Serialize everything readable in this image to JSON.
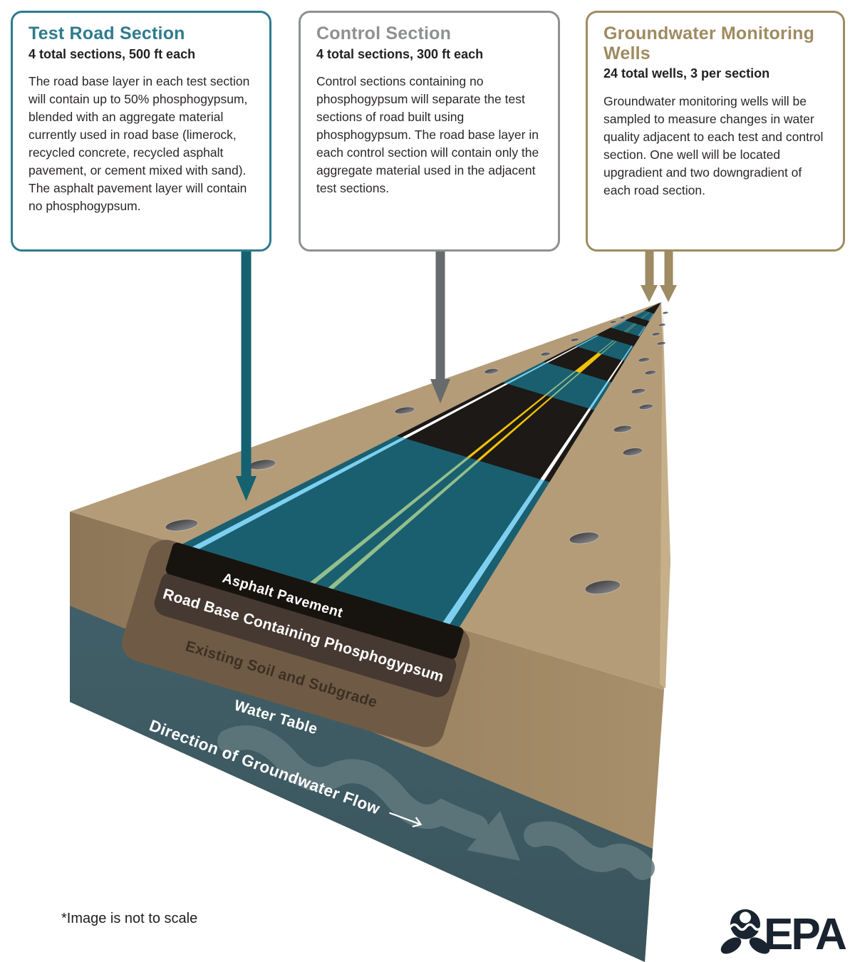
{
  "page": {
    "footnote": "*Image is not to scale"
  },
  "callouts": [
    {
      "title": "Test Road Section",
      "subtitle": "4 total sections, 500 ft each",
      "body": "The road base layer in each test section will contain up to 50% phosphogypsum, blended with an aggregate material currently used in road base (limerock, recycled concrete, recycled asphalt pavement, or cement mixed with sand). The asphalt pavement layer will contain no phosphogypsum.",
      "accent": "#2f7b8e"
    },
    {
      "title": "Control Section",
      "subtitle": "4 total sections, 300 ft each",
      "body": "Control sections containing no phosphogypsum will separate the test sections of road built using phosphogypsum. The road base layer in each control section will contain only the aggregate material used in the adjacent test sections.",
      "accent": "#8e9092"
    },
    {
      "title": "Groundwater Monitoring Wells",
      "subtitle": "24 total wells, 3 per section",
      "body": "Groundwater monitoring wells will be sampled to measure changes in water quality adjacent to each test and control section. One well will be located upgradient and two downgradient of each road section.",
      "accent": "#9f8b60"
    }
  ],
  "diagram": {
    "labels": {
      "asphalt": "Asphalt Pavement",
      "road_base": "Road Base Containing Phosphogypsum",
      "soil": "Existing Soil and Subgrade",
      "water_table": "Water Table",
      "flow": "Direction of Groundwater Flow"
    },
    "colors": {
      "surface_tan": "#b49c78",
      "surface_edge_light": "#c6b08a",
      "cut_dark": "#8d7658",
      "cut_light": "#a78f6b",
      "soil_band": "#6f5b45",
      "road_base": "#463931",
      "asphalt": "#17130f",
      "water": "#415f68",
      "water_deep": "#3a545c",
      "flow_band": "#60797e",
      "road_teal": "#1a5f70",
      "road_black": "#1c1916",
      "stripe_blue": "#7fd0f0",
      "stripe_green": "#93bf8b",
      "stripe_yellow": "#f2c206",
      "arrow_teal": "#156170",
      "arrow_gray": "#686b6d",
      "arrow_tan": "#9e8b63",
      "well_dark": "#39393d",
      "well_light": "#7f7f82"
    }
  },
  "logo": {
    "text": "EPA",
    "color": "#1a2430"
  }
}
